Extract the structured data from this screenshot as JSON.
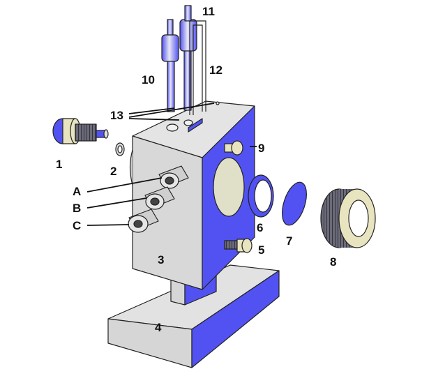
{
  "colors": {
    "body_gray": "#dcdcdc",
    "accent_blue": "#5252f2",
    "outline": "#222222"
  },
  "labels": {
    "p1": "1",
    "p2": "2",
    "p3": "3",
    "p4": "4",
    "p5": "5",
    "p6": "6",
    "p7": "7",
    "p8": "8",
    "p9": "9",
    "p10": "10",
    "p11": "11",
    "p12": "12",
    "p13": "13",
    "pA": "A",
    "pB": "B",
    "pC": "C"
  }
}
